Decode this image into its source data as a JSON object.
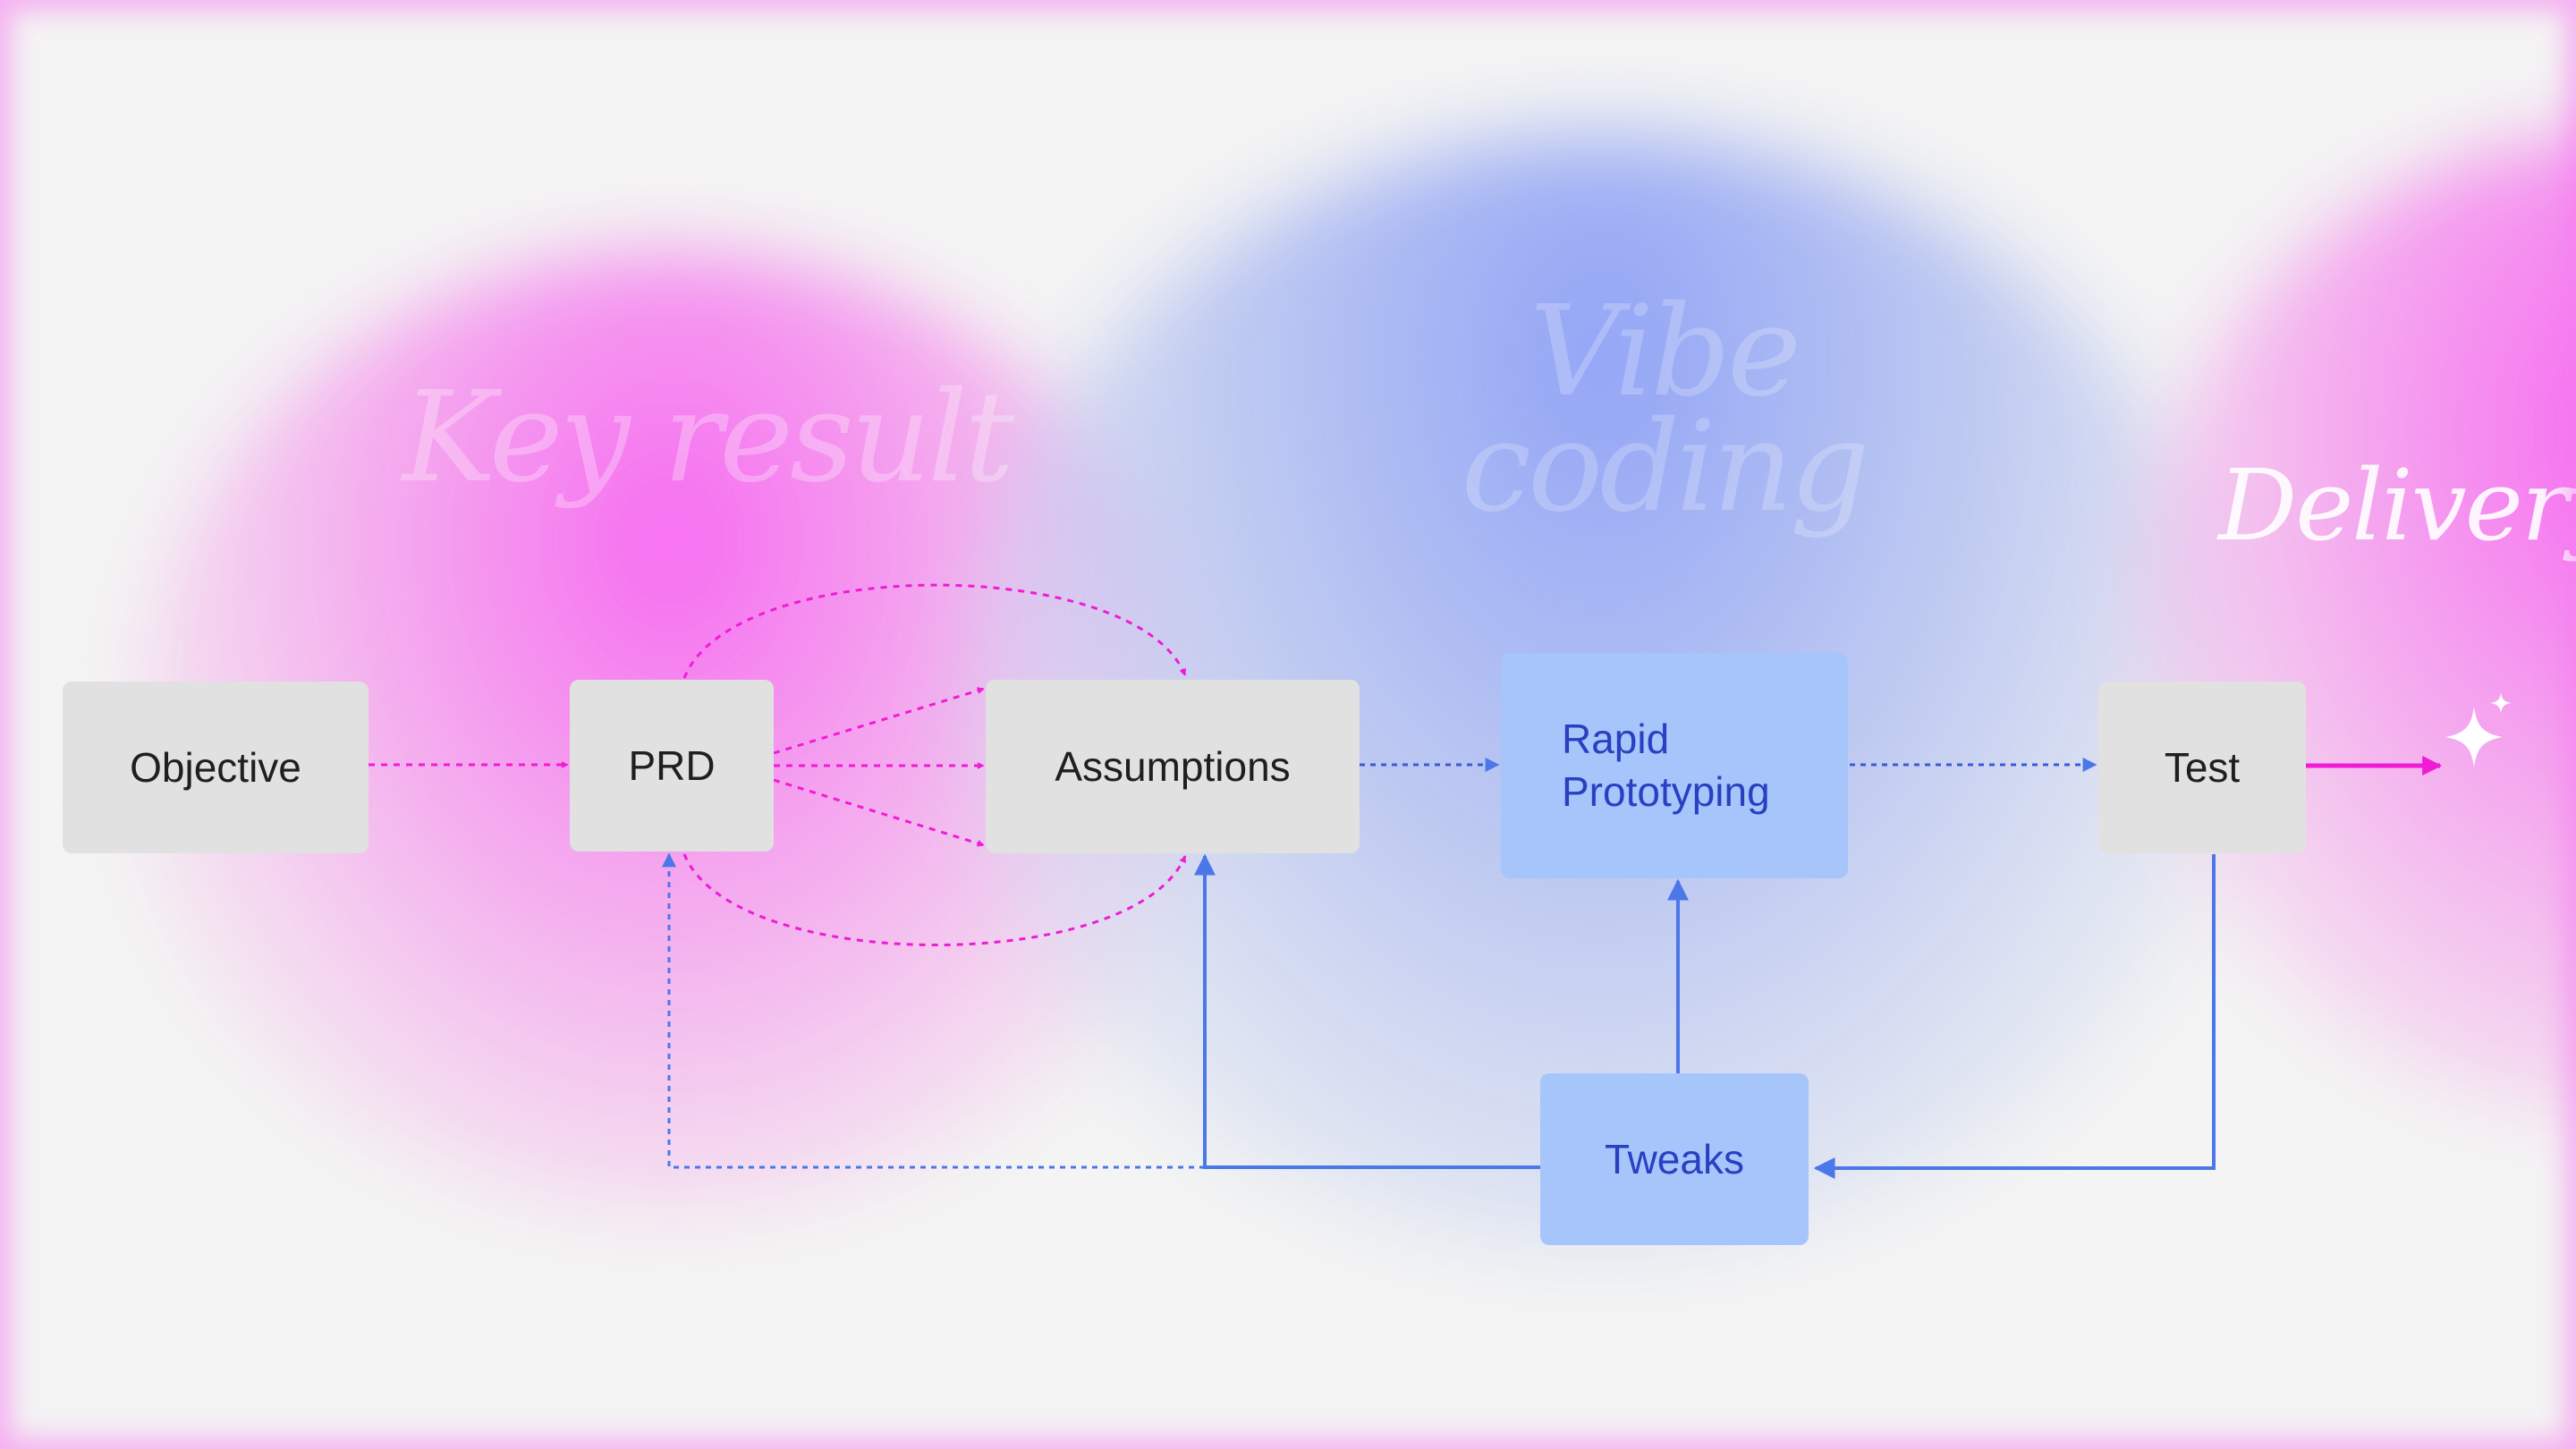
{
  "phases": {
    "key_result": "Key result",
    "vibe_coding": "Vibe\ncoding",
    "delivery": "Delivery"
  },
  "nodes": {
    "objective": "Objective",
    "prd": "PRD",
    "assumptions": "Assumptions",
    "rapid_prototyping": "Rapid\nPrototyping",
    "test": "Test",
    "tweaks": "Tweaks"
  },
  "colors": {
    "pink_accent": "#f01bd4",
    "blue_accent": "#4a78e8",
    "grey_box": "#e1e1e1",
    "blue_box": "#a6c6fb",
    "blue_text": "#2a3fc1"
  },
  "icons": {
    "end": "sparkle-icon"
  }
}
